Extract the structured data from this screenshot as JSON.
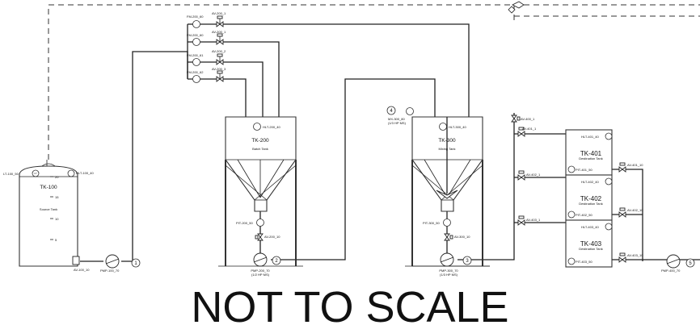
{
  "note": "NOT TO SCALE",
  "tanks": {
    "tk100": {
      "name": "TK-100",
      "desc": "Source Tank",
      "level_marks": [
        "20",
        "15",
        "10",
        "5"
      ]
    },
    "tk200": {
      "name": "TK-200",
      "desc": "Batch Tank"
    },
    "tk300": {
      "name": "TK-300",
      "desc": "Mixing Tank"
    },
    "tk401": {
      "name": "TK-401",
      "desc": "Destination Tank"
    },
    "tk402": {
      "name": "TK-402",
      "desc": "Destination Tank"
    },
    "tk403": {
      "name": "TK-403",
      "desc": "Destination Tank"
    }
  },
  "instruments": {
    "lt100": "LT-100_50",
    "lt100_bubble": "LT",
    "hlt100": "HLT-100_40",
    "av100_10": "AV-100_10",
    "hlt200": "HLT-200_40",
    "hlt300": "HLT-300_40",
    "hlt401": "HLT-401_40",
    "hlt402": "HLT-402_40",
    "hlt403": "HLT-403_40",
    "pit200": "PIT-200_50",
    "pit300": "PIT-300_50",
    "pit401": "PIT-401_50",
    "pit402": "PIT-402_50",
    "pit403": "PIT-403_50",
    "fm200_60": "FM-200_60",
    "fm200_60b": "FM-200_60",
    "fm200_61": "FM-200_61",
    "fm200_62": "FM-200_62",
    "av200_0": "AV-200_1",
    "av200_1": "AV-200_1",
    "av200_2": "AV-200_2",
    "av200_3": "AV-200_3",
    "av200_10": "AV-200_10",
    "av300_10": "AV-300_10",
    "av400_1": "AV-400_1",
    "av401_1": "AV-401_1",
    "av402_1": "AV-402_1",
    "av403_1": "AV-403_1",
    "av401_10": "AV-401_10",
    "av402_10": "AV-402_10",
    "av403_10": "AV-403_10",
    "mx300_a": "MX-300_80",
    "mx300_b": "(1/3 HP MS)"
  },
  "pumps": {
    "pmp100": "PMP-100_70",
    "pmp200_a": "PMP-200_70",
    "pmp200_b": "(1/2 HP MS)",
    "pmp300_a": "PMP-300_70",
    "pmp300_b": "(1/3 HP MS)",
    "pmp400": "PMP-400_70"
  },
  "callouts": [
    "1",
    "2",
    "3",
    "4",
    "5"
  ]
}
